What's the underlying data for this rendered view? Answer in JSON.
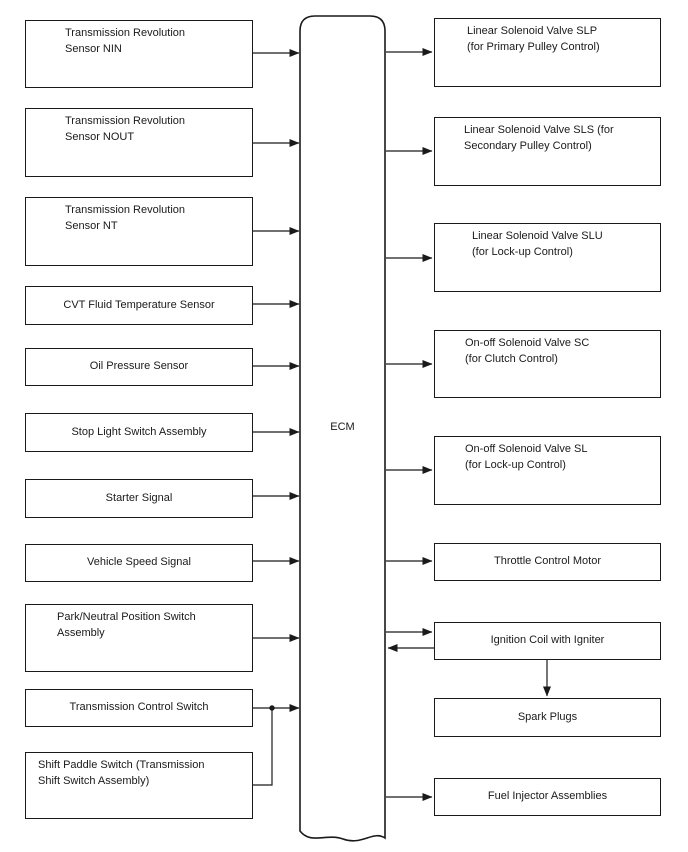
{
  "diagram": {
    "center_node": {
      "id": "ecm",
      "label": "ECM"
    },
    "left_nodes": [
      {
        "id": "transmission-revolution-sensor-nin",
        "label": "Transmission Revolution\nSensor NIN"
      },
      {
        "id": "transmission-revolution-sensor-nout",
        "label": "Transmission Revolution\nSensor NOUT"
      },
      {
        "id": "transmission-revolution-sensor-nt",
        "label": "Transmission Revolution\nSensor NT"
      },
      {
        "id": "cvt-fluid-temperature-sensor",
        "label": "CVT Fluid Temperature Sensor"
      },
      {
        "id": "oil-pressure-sensor",
        "label": "Oil Pressure Sensor"
      },
      {
        "id": "stop-light-switch-assembly",
        "label": "Stop Light Switch Assembly"
      },
      {
        "id": "starter-signal",
        "label": "Starter Signal"
      },
      {
        "id": "vehicle-speed-signal",
        "label": "Vehicle Speed Signal"
      },
      {
        "id": "park-neutral-position-switch-assembly",
        "label": "Park/Neutral Position Switch\nAssembly"
      },
      {
        "id": "transmission-control-switch",
        "label": "Transmission Control Switch"
      },
      {
        "id": "shift-paddle-switch",
        "label": "Shift Paddle Switch (Transmission\nShift Switch Assembly)"
      }
    ],
    "right_nodes": [
      {
        "id": "linear-solenoid-valve-slp",
        "label": "Linear Solenoid Valve SLP\n(for Primary Pulley Control)"
      },
      {
        "id": "linear-solenoid-valve-sls",
        "label": "Linear Solenoid Valve SLS (for\nSecondary Pulley Control)"
      },
      {
        "id": "linear-solenoid-valve-slu",
        "label": "Linear Solenoid Valve SLU\n(for Lock-up Control)"
      },
      {
        "id": "on-off-solenoid-valve-sc",
        "label": "On-off Solenoid Valve SC\n(for Clutch Control)"
      },
      {
        "id": "on-off-solenoid-valve-sl",
        "label": "On-off Solenoid Valve SL\n(for Lock-up Control)"
      },
      {
        "id": "throttle-control-motor",
        "label": "Throttle Control Motor"
      },
      {
        "id": "ignition-coil-with-igniter",
        "label": "Ignition Coil with Igniter"
      },
      {
        "id": "spark-plugs",
        "label": "Spark Plugs"
      },
      {
        "id": "fuel-injector-assemblies",
        "label": "Fuel Injector Assemblies"
      }
    ],
    "edges": [
      {
        "from": "transmission-revolution-sensor-nin",
        "to": "ecm"
      },
      {
        "from": "transmission-revolution-sensor-nout",
        "to": "ecm"
      },
      {
        "from": "transmission-revolution-sensor-nt",
        "to": "ecm"
      },
      {
        "from": "cvt-fluid-temperature-sensor",
        "to": "ecm"
      },
      {
        "from": "oil-pressure-sensor",
        "to": "ecm"
      },
      {
        "from": "stop-light-switch-assembly",
        "to": "ecm"
      },
      {
        "from": "starter-signal",
        "to": "ecm"
      },
      {
        "from": "vehicle-speed-signal",
        "to": "ecm"
      },
      {
        "from": "park-neutral-position-switch-assembly",
        "to": "ecm"
      },
      {
        "from": "transmission-control-switch",
        "to": "ecm"
      },
      {
        "from": "shift-paddle-switch",
        "to": "ecm",
        "note": "joins transmission-control-switch line at junction dot"
      },
      {
        "from": "ecm",
        "to": "linear-solenoid-valve-slp"
      },
      {
        "from": "ecm",
        "to": "linear-solenoid-valve-sls"
      },
      {
        "from": "ecm",
        "to": "linear-solenoid-valve-slu"
      },
      {
        "from": "ecm",
        "to": "on-off-solenoid-valve-sc"
      },
      {
        "from": "ecm",
        "to": "on-off-solenoid-valve-sl"
      },
      {
        "from": "ecm",
        "to": "throttle-control-motor"
      },
      {
        "from": "ecm",
        "to": "ignition-coil-with-igniter"
      },
      {
        "from": "ignition-coil-with-igniter",
        "to": "ecm"
      },
      {
        "from": "ignition-coil-with-igniter",
        "to": "spark-plugs"
      },
      {
        "from": "ecm",
        "to": "fuel-injector-assemblies"
      }
    ],
    "colors": {
      "line": "#1a1a1a",
      "text": "#1a1a1a",
      "background": "#ffffff"
    }
  }
}
